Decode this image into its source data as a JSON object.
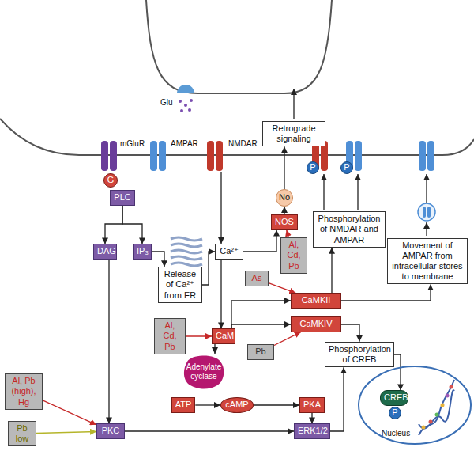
{
  "diagram": {
    "nodes": [
      {
        "text": [
          "G"
        ]
      },
      {
        "text": [
          "PLC"
        ]
      },
      {
        "text": [
          "Retrograde signaling"
        ]
      },
      {
        "text": [
          "P"
        ]
      },
      {
        "text": [
          "P"
        ]
      },
      {
        "text": [
          "No"
        ]
      },
      {
        "text": [
          "NOS"
        ]
      },
      {
        "text": [
          "Al, Cd, Pb"
        ]
      },
      {
        "text": [
          "Phosphorylation of NMDAR and AMPAR"
        ]
      },
      {
        "text": [
          "Movement of AMPAR from intracellular stores to membrane"
        ]
      },
      {
        "text": [
          "DAG"
        ]
      },
      {
        "text": [
          "IP₃"
        ]
      },
      {
        "text": [
          "Release of Ca²⁺ from ER"
        ]
      },
      {
        "text": [
          "Ca²⁺"
        ]
      },
      {
        "text": [
          "As"
        ]
      },
      {
        "text": [
          "CaMKII"
        ]
      },
      {
        "text": [
          "CaMKIV"
        ]
      },
      {
        "text": [
          "Al, Cd, Pb"
        ]
      },
      {
        "text": [
          "CaM"
        ]
      },
      {
        "text": [
          "Pb"
        ]
      },
      {
        "text": [
          "Adenylate cyclase"
        ]
      },
      {
        "text": [
          "ATP"
        ]
      },
      {
        "text": [
          "cAMP"
        ]
      },
      {
        "text": [
          "PKA"
        ]
      },
      {
        "text": [
          "Phosphorylation of CREB"
        ]
      },
      {
        "text": [
          "Al, Pb (high), Hg"
        ]
      },
      {
        "text": [
          "Pb low"
        ]
      },
      {
        "text": [
          "PKC"
        ]
      },
      {
        "text": [
          "ERK1/2"
        ]
      },
      {
        "text": [
          "Nucleus"
        ]
      },
      {
        "text": [
          "CREB"
        ],
        "in": 29
      },
      {
        "text": [
          "P"
        ],
        "in": 29
      }
    ],
    "edges": [
      {
        "from": 1,
        "to": 10,
        "arrow": "to"
      },
      {
        "from": 1,
        "to": 11,
        "arrow": "to"
      },
      {
        "from": 11,
        "to": 12,
        "arrow": "to"
      },
      {
        "from": 12,
        "to": 13,
        "arrow": "to"
      },
      {
        "from": 13,
        "to": 6,
        "arrow": "to"
      },
      {
        "from": 6,
        "to": 5,
        "arrow": "to"
      },
      {
        "from": 5,
        "to": 2,
        "arrow": "to"
      },
      {
        "from": 7,
        "to": 6,
        "arrow": "to"
      },
      {
        "from": 13,
        "to": 18,
        "arrow": "to"
      },
      {
        "from": 18,
        "to": 15,
        "arrow": "to"
      },
      {
        "from": 18,
        "to": 16,
        "arrow": "to"
      },
      {
        "from": 14,
        "to": 15,
        "arrow": "to"
      },
      {
        "from": 17,
        "to": 18,
        "arrow": "to"
      },
      {
        "from": 19,
        "to": 16,
        "arrow": "to"
      },
      {
        "from": 15,
        "to": 8,
        "arrow": "to"
      },
      {
        "from": 15,
        "to": 9,
        "arrow": "to"
      },
      {
        "from": 18,
        "to": 20,
        "arrow": "to"
      },
      {
        "from": 21,
        "to": 22,
        "arrow": "to"
      },
      {
        "from": 22,
        "to": 23,
        "arrow": "to"
      },
      {
        "from": 23,
        "to": 28,
        "arrow": "to"
      },
      {
        "from": 27,
        "to": 28,
        "arrow": "to"
      },
      {
        "from": 10,
        "to": 27,
        "arrow": "to"
      },
      {
        "from": 25,
        "to": 27,
        "arrow": "to"
      },
      {
        "from": 26,
        "to": 27,
        "arrow": "to"
      },
      {
        "from": 16,
        "to": 24,
        "arrow": "to"
      },
      {
        "from": 28,
        "to": 24,
        "arrow": "to"
      },
      {
        "from": 24,
        "to": 30,
        "arrow": "to"
      }
    ],
    "labels": [
      "Glu",
      "mGluR",
      "AMPAR",
      "NMDAR"
    ]
  }
}
